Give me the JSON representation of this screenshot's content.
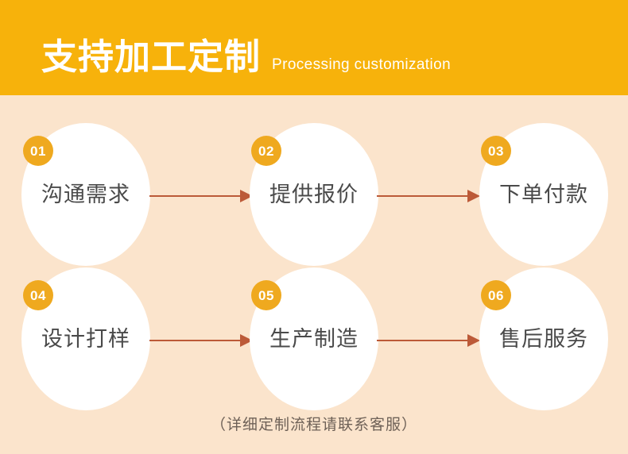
{
  "header": {
    "title": "支持加工定制",
    "subtitle": "Processing customization",
    "background_color": "#F7B20B",
    "text_color": "#FFFFFF"
  },
  "page": {
    "background_color": "#FBE4CC"
  },
  "flow": {
    "badge_color": "#EFA91F",
    "circle_color": "#FFFFFF",
    "label_color": "#4A4A4A",
    "arrow_color": "#BC5A38",
    "rows": [
      {
        "steps": [
          {
            "number": "01",
            "label": "沟通需求"
          },
          {
            "number": "02",
            "label": "提供报价"
          },
          {
            "number": "03",
            "label": "下单付款"
          }
        ],
        "arrows": [
          {
            "name": "arrow-01-to-02"
          },
          {
            "name": "arrow-02-to-03"
          }
        ]
      },
      {
        "steps": [
          {
            "number": "04",
            "label": "设计打样"
          },
          {
            "number": "05",
            "label": "生产制造"
          },
          {
            "number": "06",
            "label": "售后服务"
          }
        ],
        "arrows": [
          {
            "name": "arrow-04-to-05"
          },
          {
            "name": "arrow-05-to-06"
          }
        ]
      }
    ]
  },
  "footnote": {
    "text": "（详细定制流程请联系客服）"
  }
}
